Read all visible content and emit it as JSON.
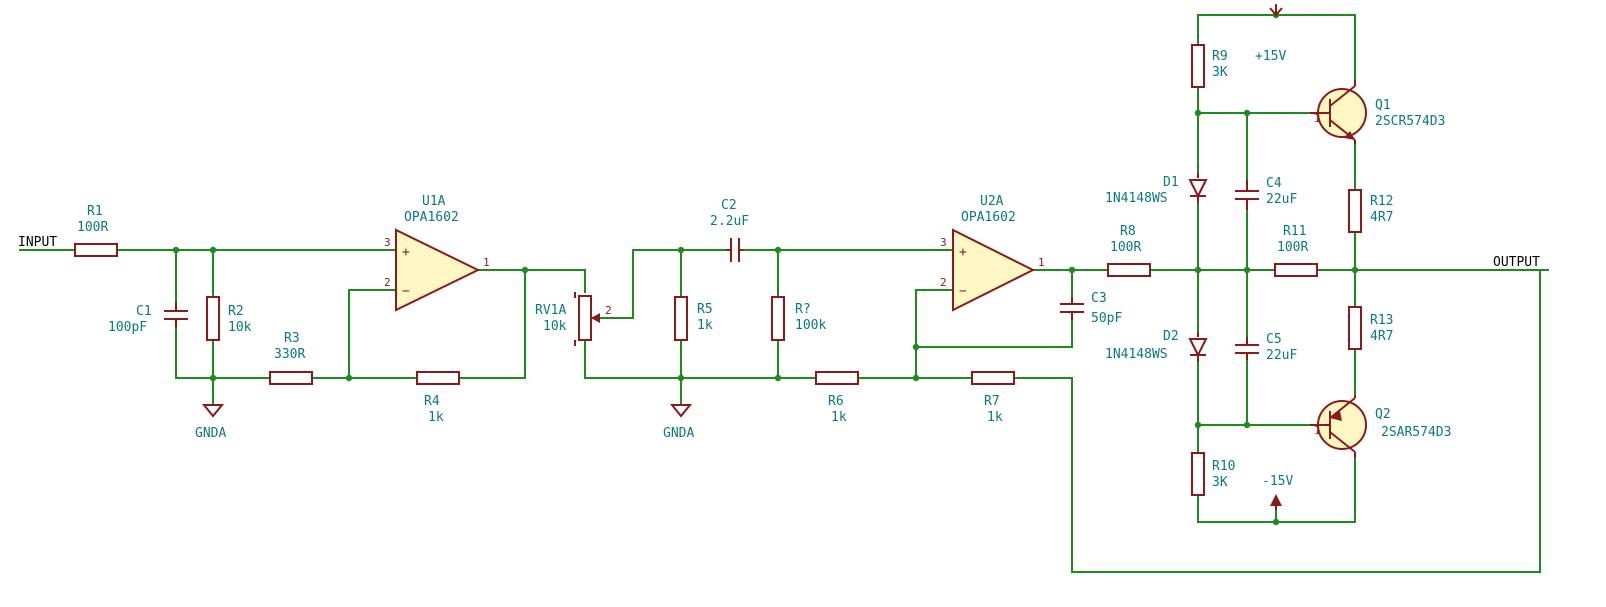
{
  "nets": {
    "input": "INPUT",
    "output": "OUTPUT"
  },
  "power": {
    "gnd1": "GNDA",
    "gnd2": "GNDA",
    "vpos": "+15V",
    "vneg": "-15V"
  },
  "components": {
    "R1": {
      "ref": "R1",
      "value": "100R"
    },
    "R2": {
      "ref": "R2",
      "value": "10k"
    },
    "R3": {
      "ref": "R3",
      "value": "330R"
    },
    "R4": {
      "ref": "R4",
      "value": "1k"
    },
    "R5": {
      "ref": "R5",
      "value": "1k"
    },
    "R6": {
      "ref": "R6",
      "value": "1k"
    },
    "R7": {
      "ref": "R7",
      "value": "1k"
    },
    "R7b": {
      "ref": "R?",
      "value": "100k"
    },
    "R8": {
      "ref": "R8",
      "value": "100R"
    },
    "R9": {
      "ref": "R9",
      "value": "3K"
    },
    "R10": {
      "ref": "R10",
      "value": "3K"
    },
    "R11": {
      "ref": "R11",
      "value": "100R"
    },
    "R12": {
      "ref": "R12",
      "value": "4R7"
    },
    "R13": {
      "ref": "R13",
      "value": "4R7"
    },
    "C1": {
      "ref": "C1",
      "value": "100pF"
    },
    "C2": {
      "ref": "C2",
      "value": "2.2uF"
    },
    "C3": {
      "ref": "C3",
      "value": "50pF"
    },
    "C4": {
      "ref": "C4",
      "value": "22uF"
    },
    "C5": {
      "ref": "C5",
      "value": "22uF"
    },
    "U1A": {
      "ref": "U1A",
      "value": "OPA1602"
    },
    "U2A": {
      "ref": "U2A",
      "value": "OPA1602"
    },
    "RV1A": {
      "ref": "RV1A",
      "value": "10k"
    },
    "D1": {
      "ref": "D1",
      "value": "1N4148WS"
    },
    "D2": {
      "ref": "D2",
      "value": "1N4148WS"
    },
    "Q1": {
      "ref": "Q1",
      "value": "2SCR574D3"
    },
    "Q2": {
      "ref": "Q2",
      "value": "2SAR574D3"
    }
  },
  "pins": {
    "p1": "1",
    "p2": "2",
    "p3": "3",
    "plus": "+",
    "minus": "−"
  },
  "colors": {
    "wire": "#1f8a1f",
    "component": "#8b1a1a",
    "body_fill": "#fdf7c3",
    "text": "#0a7a7a"
  }
}
